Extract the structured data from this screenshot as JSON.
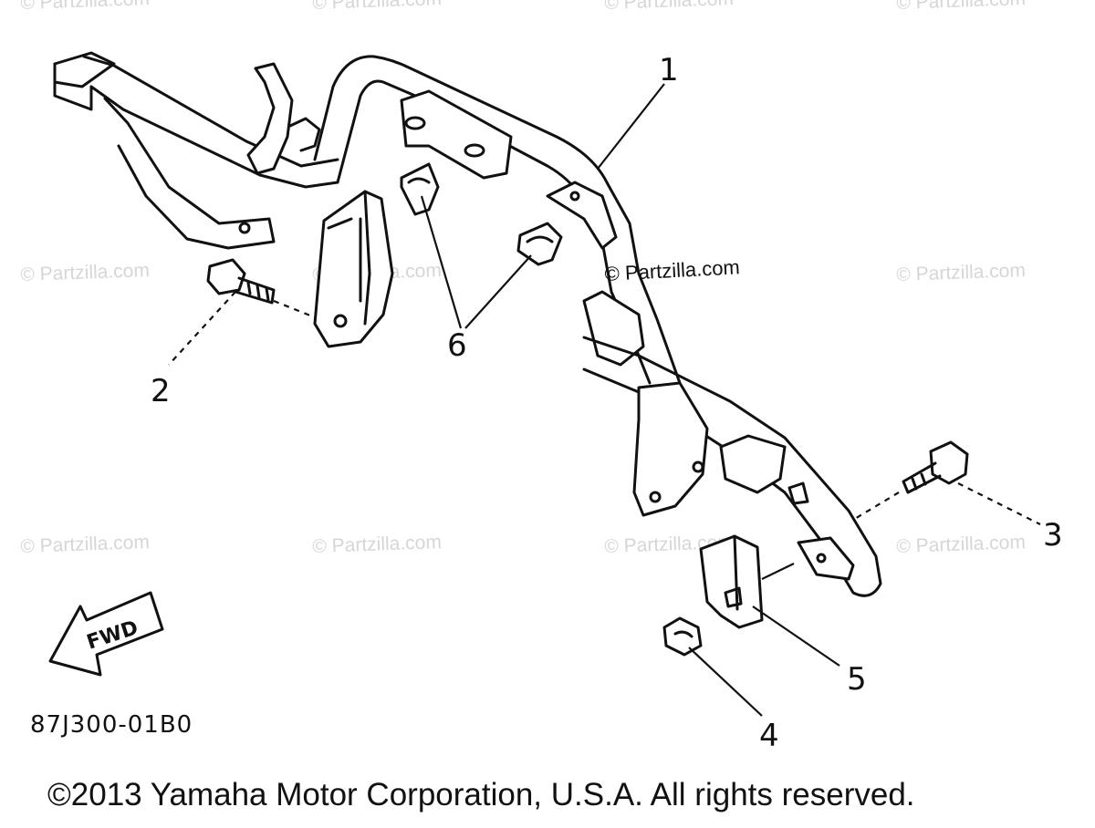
{
  "watermark": "© Partzilla.com",
  "callouts": {
    "c1": "1",
    "c2": "2",
    "c3": "3",
    "c4": "4",
    "c5": "5",
    "c6": "6"
  },
  "forward_label": "FWD",
  "part_code": "87J300-01B0",
  "copyright": "©2013 Yamaha Motor Corporation, U.S.A. All rights reserved."
}
